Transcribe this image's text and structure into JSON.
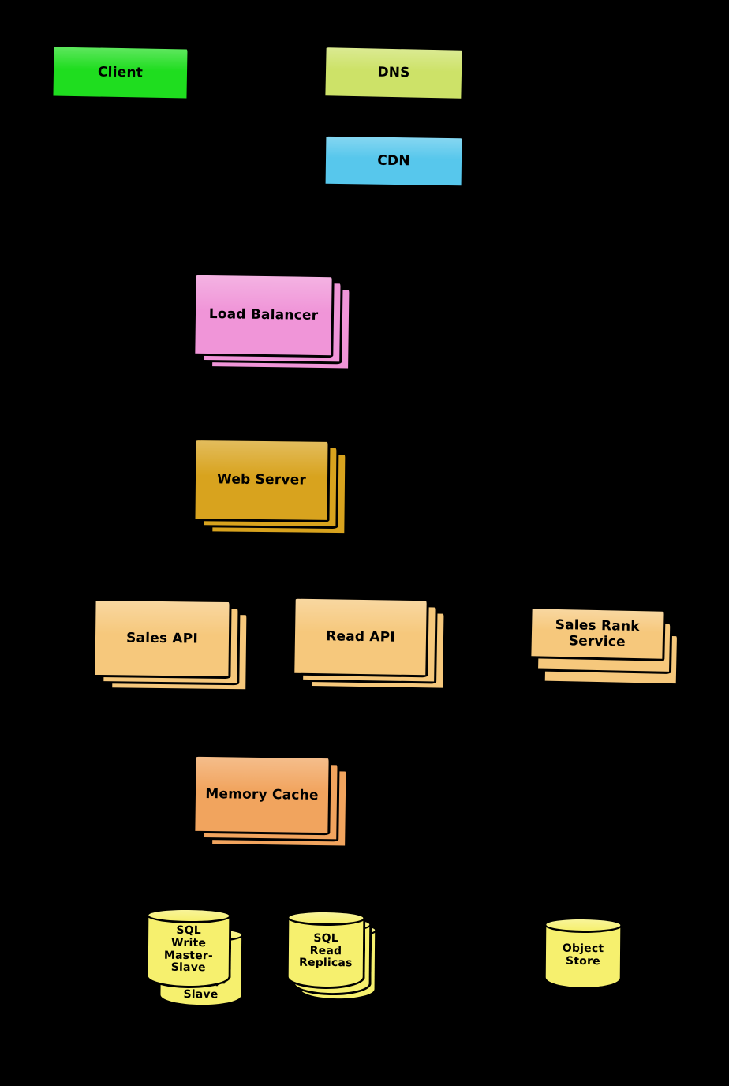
{
  "diagram": {
    "background": "#000000",
    "nodes": {
      "client": {
        "label": "Client",
        "color": "#1fdd1f"
      },
      "dns": {
        "label": "DNS",
        "color": "#cde268"
      },
      "cdn": {
        "label": "CDN",
        "color": "#57c7ec"
      },
      "load_balancer": {
        "label": "Load Balancer",
        "color": "#f095d8"
      },
      "web_server": {
        "label": "Web Server",
        "color": "#d8a31e"
      },
      "sales_api": {
        "label": "Sales API",
        "color": "#f6c87c"
      },
      "read_api": {
        "label": "Read API",
        "color": "#f6c87c"
      },
      "sales_rank_service": {
        "label": "Sales Rank\nService",
        "color": "#f6c87c"
      },
      "memory_cache": {
        "label": "Memory Cache",
        "color": "#f1a45e"
      },
      "sql_write_master_slave": {
        "label": "SQL\nWrite\nMaster-\nSlave",
        "color": "#f6f06e"
      },
      "sql_read_replicas": {
        "label": "SQL\nRead\nReplicas",
        "color": "#f6f06e"
      },
      "object_store": {
        "label": "Object\nStore",
        "color": "#f6f06e"
      }
    }
  }
}
